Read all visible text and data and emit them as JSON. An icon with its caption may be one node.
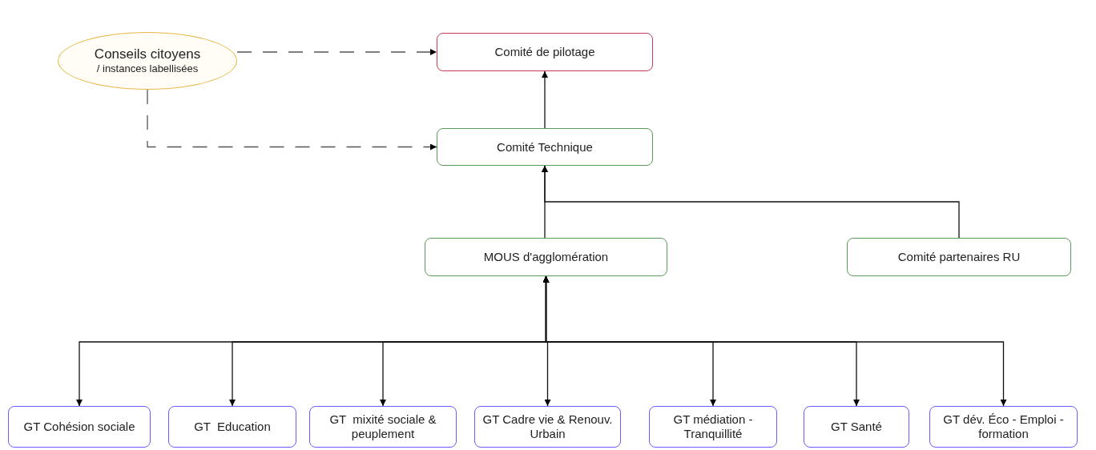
{
  "diagram": {
    "nodes": [
      {
        "text": [
          "Conseils citoyens",
          "/ instances labellisées"
        ]
      },
      {
        "text": [
          "Comité de pilotage"
        ]
      },
      {
        "text": [
          "Comité Technique"
        ]
      },
      {
        "text": [
          "MOUS d'agglomération"
        ]
      },
      {
        "text": [
          "Comité partenaires RU"
        ]
      },
      {
        "text": [
          "GT Cohésion sociale"
        ]
      },
      {
        "text": [
          "GT  Education"
        ]
      },
      {
        "text": [
          "GT  mixité sociale & peuplement"
        ]
      },
      {
        "text": [
          "GT Cadre vie & Renouv. Urbain"
        ]
      },
      {
        "text": [
          "GT médiation - Tranquillité"
        ]
      },
      {
        "text": [
          "GT Santé"
        ]
      },
      {
        "text": [
          "GT dév. Éco - Emploi - formation"
        ]
      }
    ],
    "edges": [
      {
        "from": 0,
        "to": 1,
        "arrow": "to",
        "style": "dashed"
      },
      {
        "from": 0,
        "to": 2,
        "arrow": "to",
        "style": "dashed"
      },
      {
        "from": 2,
        "to": 1,
        "arrow": "to"
      },
      {
        "from": 3,
        "to": 2,
        "arrow": "to"
      },
      {
        "from": 4,
        "to": 2,
        "arrow": "to"
      },
      {
        "from": 3,
        "to": 5,
        "arrow": "both"
      },
      {
        "from": 3,
        "to": 6,
        "arrow": "both"
      },
      {
        "from": 3,
        "to": 7,
        "arrow": "both"
      },
      {
        "from": 3,
        "to": 8,
        "arrow": "both"
      },
      {
        "from": 3,
        "to": 9,
        "arrow": "both"
      },
      {
        "from": 3,
        "to": 10,
        "arrow": "both"
      },
      {
        "from": 3,
        "to": 11,
        "arrow": "both"
      }
    ]
  }
}
